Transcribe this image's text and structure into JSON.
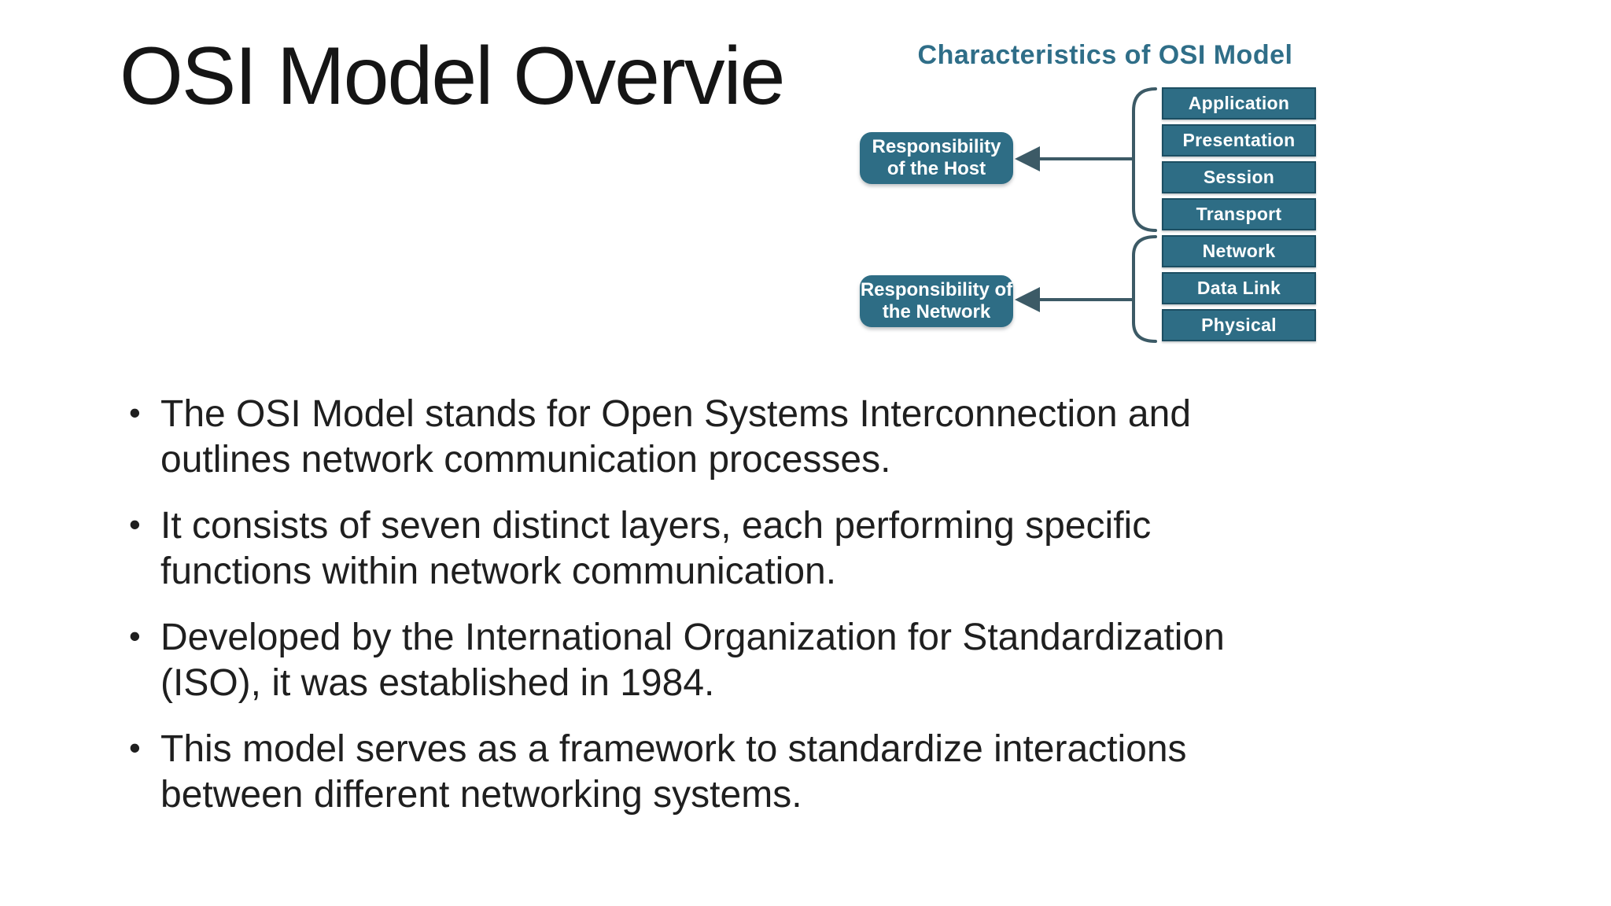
{
  "slide": {
    "title": "OSI Model Overvie",
    "bullets": [
      {
        "lines": [
          "The OSI Model stands for Open Systems Interconnection and",
          "outlines network communication processes."
        ]
      },
      {
        "lines": [
          "It consists of seven distinct layers, each performing specific",
          "functions within network communication."
        ]
      },
      {
        "lines": [
          "Developed by the International Organization for Standardization",
          "(ISO), it was established in 1984."
        ]
      },
      {
        "lines": [
          "This model serves as a framework to standardize interactions",
          "between different networking systems."
        ]
      }
    ]
  },
  "diagram": {
    "title": "Characteristics of OSI Model",
    "layers": [
      "Application",
      "Presentation",
      "Session",
      "Transport",
      "Network",
      "Data Link",
      "Physical"
    ],
    "host_box": {
      "lines": [
        "Responsibility",
        "of the Host"
      ]
    },
    "network_box": {
      "lines": [
        "Responsibility of",
        "the Network"
      ]
    }
  },
  "colors": {
    "accent_teal": "#2e6d85",
    "box_border": "#1c4e62",
    "diagram_title": "#2f6e88",
    "connector": "#3c5a66",
    "body_text": "#1f1f1f",
    "title_text": "#151515",
    "background": "#ffffff"
  }
}
